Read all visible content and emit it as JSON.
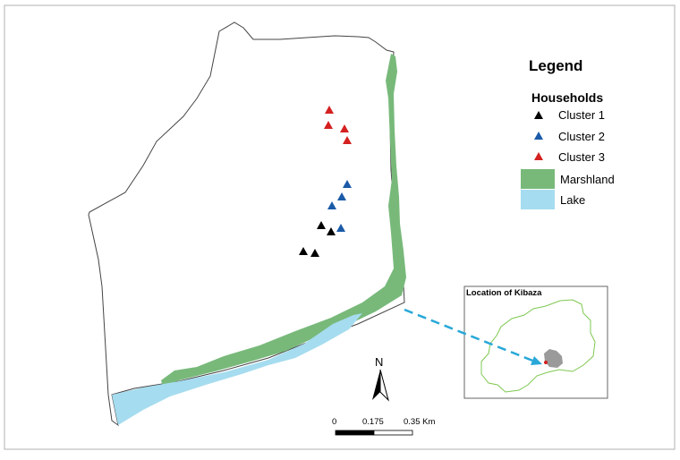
{
  "legend": {
    "title": "Legend",
    "subtitle": "Households",
    "items": [
      {
        "label": "Cluster 1",
        "color": "#000000",
        "symbol": "triangle"
      },
      {
        "label": "Cluster 2",
        "color": "#1a5aa8",
        "symbol": "triangle"
      },
      {
        "label": "Cluster 3",
        "color": "#d42020",
        "symbol": "triangle"
      },
      {
        "label": "Marshland",
        "color": "#78b97a",
        "symbol": "box"
      },
      {
        "label": "Lake",
        "color": "#a6dcef",
        "symbol": "box"
      }
    ]
  },
  "inset": {
    "title": "Location of Kibaza",
    "outline_color": "#7ec850",
    "site_color": "#9a9a9a",
    "marker_color": "#d42020"
  },
  "scale_bar": {
    "labels": [
      "0",
      "0.175",
      "0.35 Km"
    ]
  },
  "north_arrow": {
    "label": "N"
  },
  "colors": {
    "boundary": "#444444",
    "pointer_arrow": "#29a8d8",
    "frame": "#b0b0b0"
  }
}
